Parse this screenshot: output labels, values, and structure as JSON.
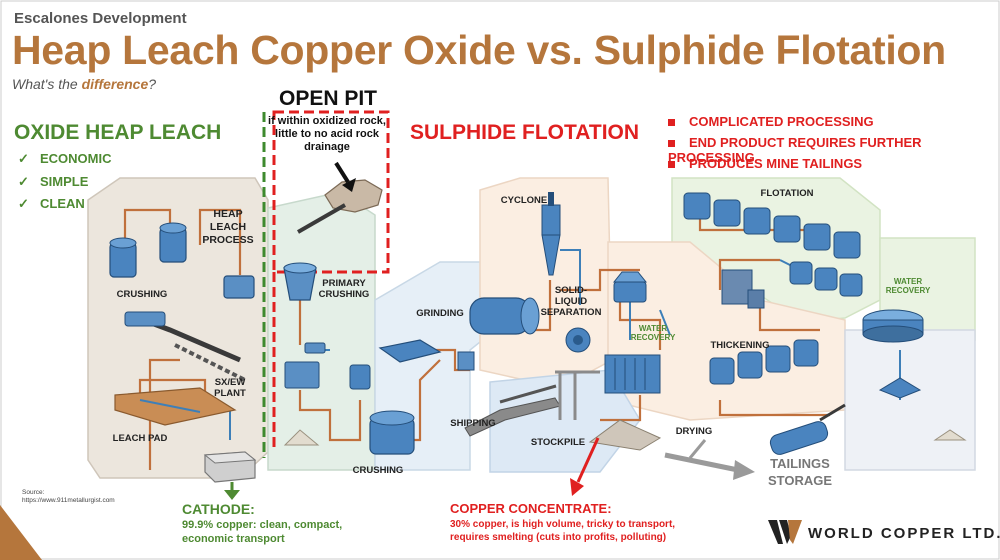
{
  "header": {
    "kicker": "Escalones Development",
    "title": "Heap Leach Copper Oxide vs. Sulphide Flotation",
    "subtitle_before": "What's the ",
    "subtitle_highlight": "difference",
    "subtitle_after": "?"
  },
  "oxide": {
    "heading": "OXIDE HEAP LEACH",
    "bullets": [
      "ECONOMIC",
      "SIMPLE",
      "CLEAN"
    ],
    "check_glyph": "✓"
  },
  "open_pit": {
    "heading": "OPEN PIT",
    "note": "if within oxidized rock, little to no acid rock drainage"
  },
  "sulphide": {
    "heading": "SULPHIDE FLOTATION",
    "bullets": [
      "COMPLICATED PROCESSING",
      "END PRODUCT REQUIRES FURTHER PROCESSING",
      "PRODUCES MINE TAILINGS"
    ]
  },
  "process_labels": {
    "heap_leach_process": "HEAP LEACH PROCESS",
    "crushing_left": "CRUSHING",
    "sx_ew_plant": "SX/EW PLANT",
    "leach_pad": "LEACH PAD",
    "primary_crushing": "PRIMARY CRUSHING",
    "crushing_bottom": "CRUSHING",
    "grinding": "GRINDING",
    "cyclone": "CYCLONE",
    "solid_liquid_separation": "SOLID-LIQUID SEPARATION",
    "flotation": "FLOTATION",
    "thickening": "THICKENING",
    "water_recovery_1": "WATER RECOVERY",
    "water_recovery_2": "WATER RECOVERY",
    "shipping": "SHIPPING",
    "stockpile": "STOCKPILE",
    "drying": "DRYING",
    "tailings_storage": "TAILINGS STORAGE"
  },
  "cathode": {
    "heading": "CATHODE:",
    "detail": "99.9% copper: clean, compact, economic transport"
  },
  "concentrate": {
    "heading": "COPPER CONCENTRATE:",
    "detail": "30% copper, is high volume, tricky to transport, requires smelting (cuts into profits, polluting)"
  },
  "source": {
    "label": "Source:",
    "url": "https://www.911metallurgist.com"
  },
  "logo": {
    "text": "WORLD COPPER LTD."
  },
  "colors": {
    "title_copper": "#b5763c",
    "oxide_green": "#4e8a32",
    "sulphide_red": "#e02020",
    "flow_line": "#c0703c",
    "pipe_blue": "#3d7fb8"
  },
  "icons": [
    "check-icon",
    "square-bullet-icon",
    "arrow-down-icon",
    "ore-rock-icon",
    "crusher-icon",
    "ball-mill-icon",
    "cyclone-icon",
    "flotation-cell-icon",
    "thickener-icon",
    "dryer-icon",
    "ship-icon",
    "logo-mark-icon"
  ]
}
